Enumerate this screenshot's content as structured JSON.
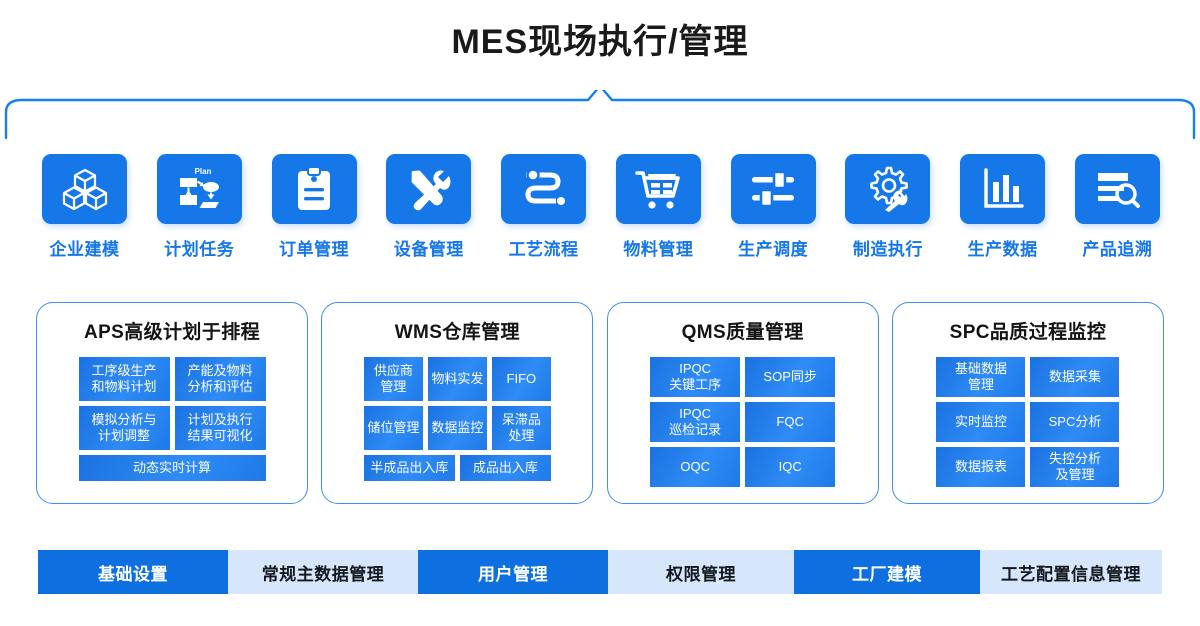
{
  "header": {
    "title": "MES现场执行/管理",
    "bracket": "bracket-connector"
  },
  "colors": {
    "accent_blue": "#1677e8",
    "tile_blue": "#2f8bf5",
    "bar_dark": "#0e6fe0",
    "bar_light": "#d7e7fb",
    "card_border": "#3d8ff0",
    "title_black": "#1a1a1a"
  },
  "icon_strip": {
    "items": [
      {
        "label": "企业建模",
        "icon": "cubes-icon"
      },
      {
        "label": "计划任务",
        "icon": "plan-flowchart-icon"
      },
      {
        "label": "订单管理",
        "icon": "clipboard-icon"
      },
      {
        "label": "设备管理",
        "icon": "wrench-screwdriver-icon"
      },
      {
        "label": "工艺流程",
        "icon": "process-flow-icon"
      },
      {
        "label": "物料管理",
        "icon": "shopping-cart-icon"
      },
      {
        "label": "生产调度",
        "icon": "sliders-icon"
      },
      {
        "label": "制造执行",
        "icon": "gear-wrench-icon"
      },
      {
        "label": "生产数据",
        "icon": "bar-chart-icon"
      },
      {
        "label": "产品追溯",
        "icon": "document-search-icon"
      }
    ]
  },
  "cards": [
    {
      "key": "aps",
      "title": "APS高级计划于排程",
      "tiles": [
        {
          "label": "工序级生产\n和物料计划",
          "wide": false
        },
        {
          "label": "产能及物料\n分析和评估",
          "wide": false
        },
        {
          "label": "模拟分析与\n计划调整",
          "wide": false
        },
        {
          "label": "计划及执行\n结果可视化",
          "wide": false
        },
        {
          "label": "动态实时计算",
          "wide": true
        }
      ]
    },
    {
      "key": "wms",
      "title": "WMS仓库管理",
      "tiles": [
        {
          "label": "供应商\n管理",
          "wide": false
        },
        {
          "label": "物料实发",
          "wide": false
        },
        {
          "label": "FIFO",
          "wide": false
        },
        {
          "label": "储位管理",
          "wide": false
        },
        {
          "label": "数据监控",
          "wide": false
        },
        {
          "label": "呆滞品\n处理",
          "wide": false
        },
        {
          "label": "半成品出入库",
          "wide": true
        },
        {
          "label": "成品出入库",
          "wide": true
        }
      ]
    },
    {
      "key": "qms",
      "title": "QMS质量管理",
      "tiles": [
        {
          "label": "IPQC\n关键工序",
          "wide": false
        },
        {
          "label": "SOP同步",
          "wide": false
        },
        {
          "label": "IPQC\n巡检记录",
          "wide": false
        },
        {
          "label": "FQC",
          "wide": false
        },
        {
          "label": "OQC",
          "wide": false
        },
        {
          "label": "IQC",
          "wide": false
        }
      ]
    },
    {
      "key": "spc",
      "title": "SPC品质过程监控",
      "tiles": [
        {
          "label": "基础数据\n管理",
          "wide": false
        },
        {
          "label": "数据采集",
          "wide": false
        },
        {
          "label": "实时监控",
          "wide": false
        },
        {
          "label": "SPC分析",
          "wide": false
        },
        {
          "label": "数据报表",
          "wide": false
        },
        {
          "label": "失控分析\n及管理",
          "wide": false
        }
      ]
    }
  ],
  "bottom_bar": {
    "items": [
      {
        "label": "基础设置",
        "style": "dark",
        "width": 190
      },
      {
        "label": "常规主数据管理",
        "style": "light",
        "width": 190
      },
      {
        "label": "用户管理",
        "style": "dark",
        "width": 190
      },
      {
        "label": "权限管理",
        "style": "light",
        "width": 186
      },
      {
        "label": "工厂建模",
        "style": "dark",
        "width": 186
      },
      {
        "label": "工艺配置信息管理",
        "style": "light",
        "width": 182
      }
    ]
  }
}
